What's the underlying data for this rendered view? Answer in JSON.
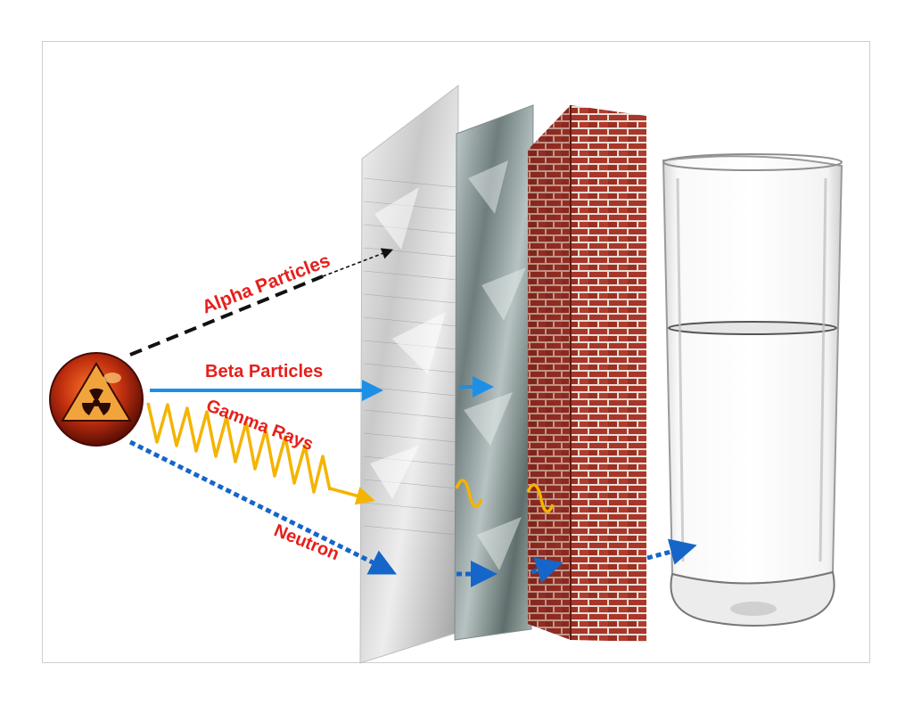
{
  "labels": {
    "alpha": "Alpha Particles",
    "beta": "Beta Particles",
    "gamma": "Gamma Rays",
    "neutron": "Neutron"
  },
  "colors": {
    "label_text": "#e5201c",
    "alpha_ray": "#111111",
    "beta_ray": "#1e8fe6",
    "gamma_ray": "#f4b400",
    "neutron_ray": "#1566c8",
    "brick": "#a8362a",
    "mortar": "#e9dfd3",
    "source_orb": "#b8280f"
  },
  "barriers": [
    "paper",
    "aluminum-sheet",
    "brick-wall",
    "water-glass"
  ],
  "icons": [
    "radiation-source-icon"
  ]
}
